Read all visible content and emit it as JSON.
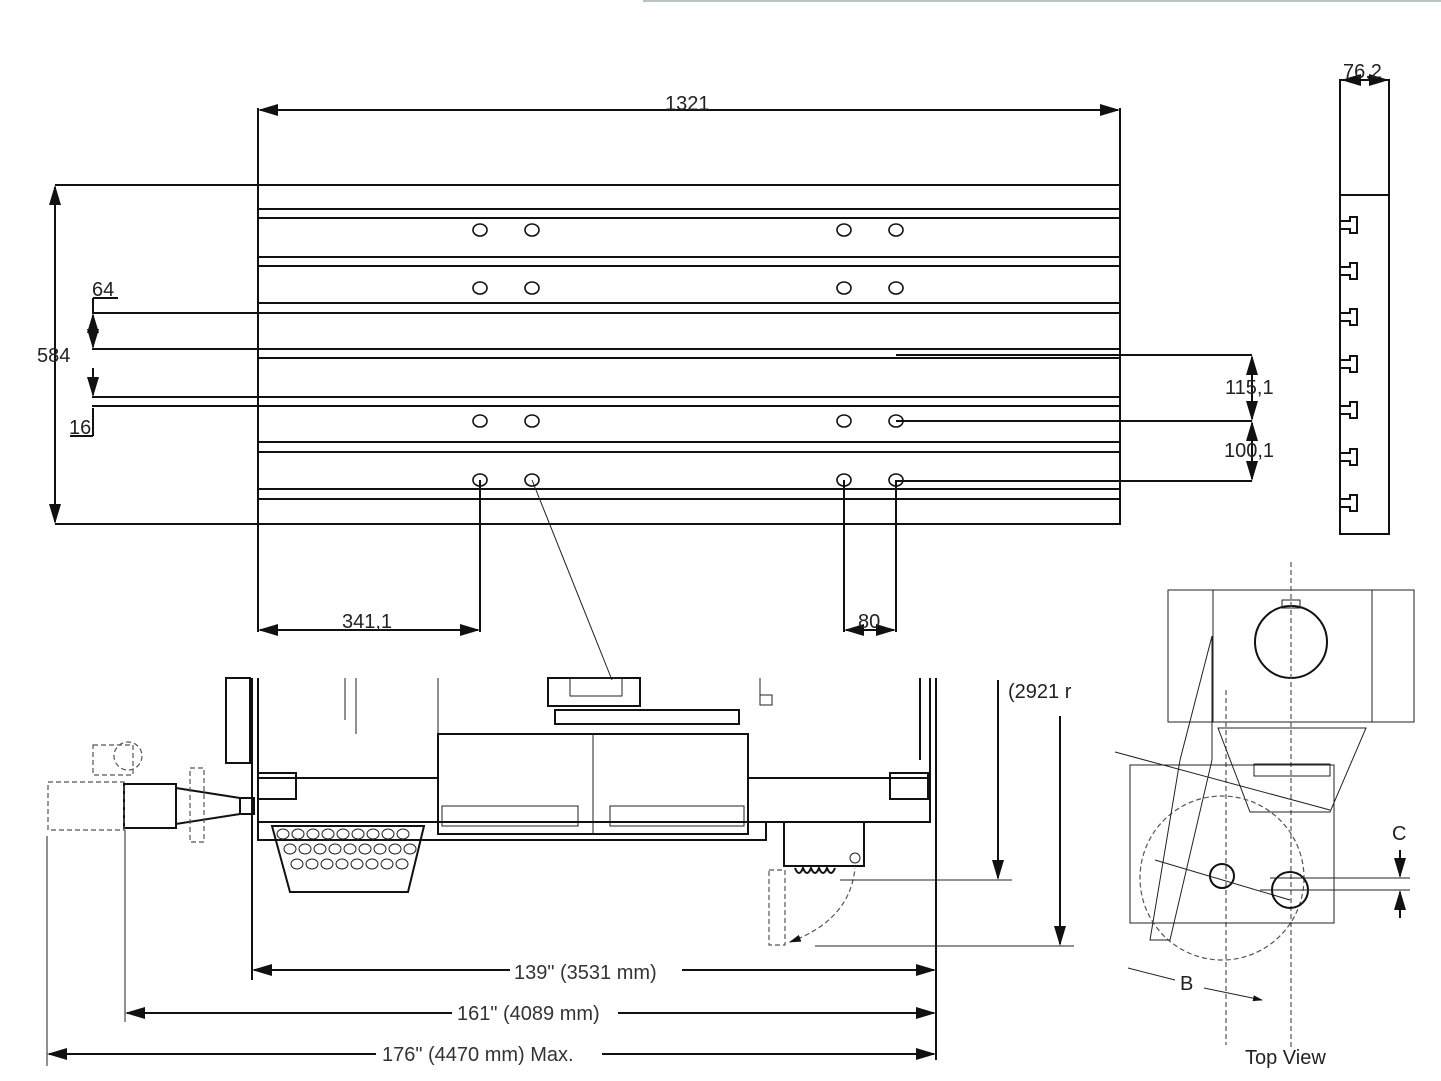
{
  "table_drawing": {
    "dim_length": "1321",
    "dim_width": "584",
    "dim_slot_pitch": "64",
    "dim_slot_width": "16",
    "dim_hole_offset_1": "115,1",
    "dim_hole_offset_2": "100,1",
    "dim_hole_edge": "341,1",
    "dim_hole_spacing": "80",
    "dim_thickness": "76,2"
  },
  "machine_drawing": {
    "dim_height": "(2921 r",
    "dim_length_1": "139\" (3531 mm)",
    "dim_length_2": "161\" (4089 mm)",
    "dim_length_max": "176\" (4470 mm) Max."
  },
  "top_view": {
    "label_b": "B",
    "label_c": "C",
    "title": "Top View"
  }
}
